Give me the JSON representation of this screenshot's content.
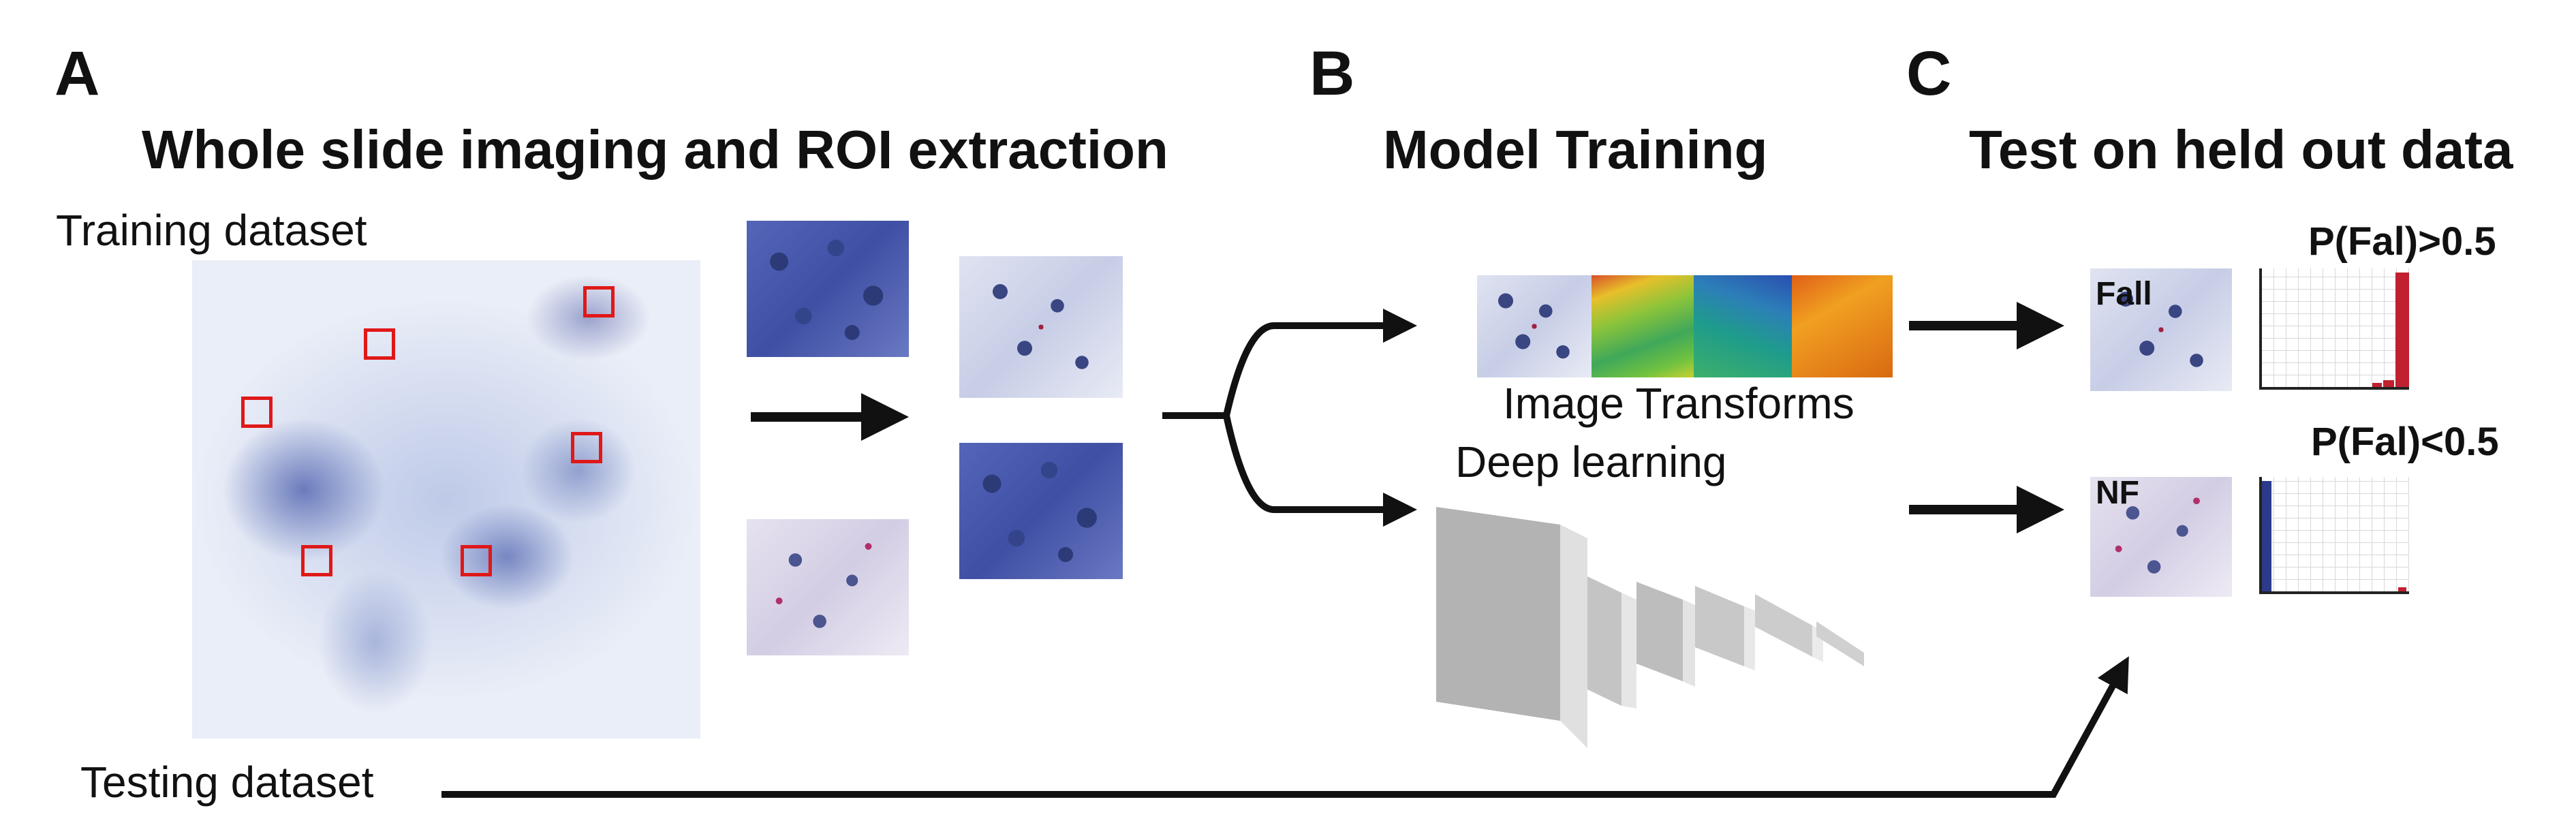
{
  "panels": {
    "a": {
      "letter": "A",
      "heading": "Whole slide imaging and ROI extraction"
    },
    "b": {
      "letter": "B",
      "heading": "Model Training"
    },
    "c": {
      "letter": "C",
      "heading": "Test on held out data"
    }
  },
  "labels": {
    "training_dataset": "Training dataset",
    "testing_dataset": "Testing dataset",
    "image_transforms": "Image Transforms",
    "deep_learning": "Deep learning"
  },
  "results": {
    "top": {
      "tile_label": "Fall",
      "probability": "P(Fal)>0.5"
    },
    "bottom": {
      "tile_label": "NF",
      "probability": "P(Fal)<0.5"
    }
  },
  "colors": {
    "roi_box": "#e01818",
    "arrow": "#111111",
    "histogram_fall_bar": "#c02030",
    "histogram_nf_bar": "#2c3a8c"
  },
  "icons": [
    "arrow-right-icon",
    "fork-arrow-icon",
    "cnn-layers-icon",
    "curved-arrow-icon"
  ]
}
